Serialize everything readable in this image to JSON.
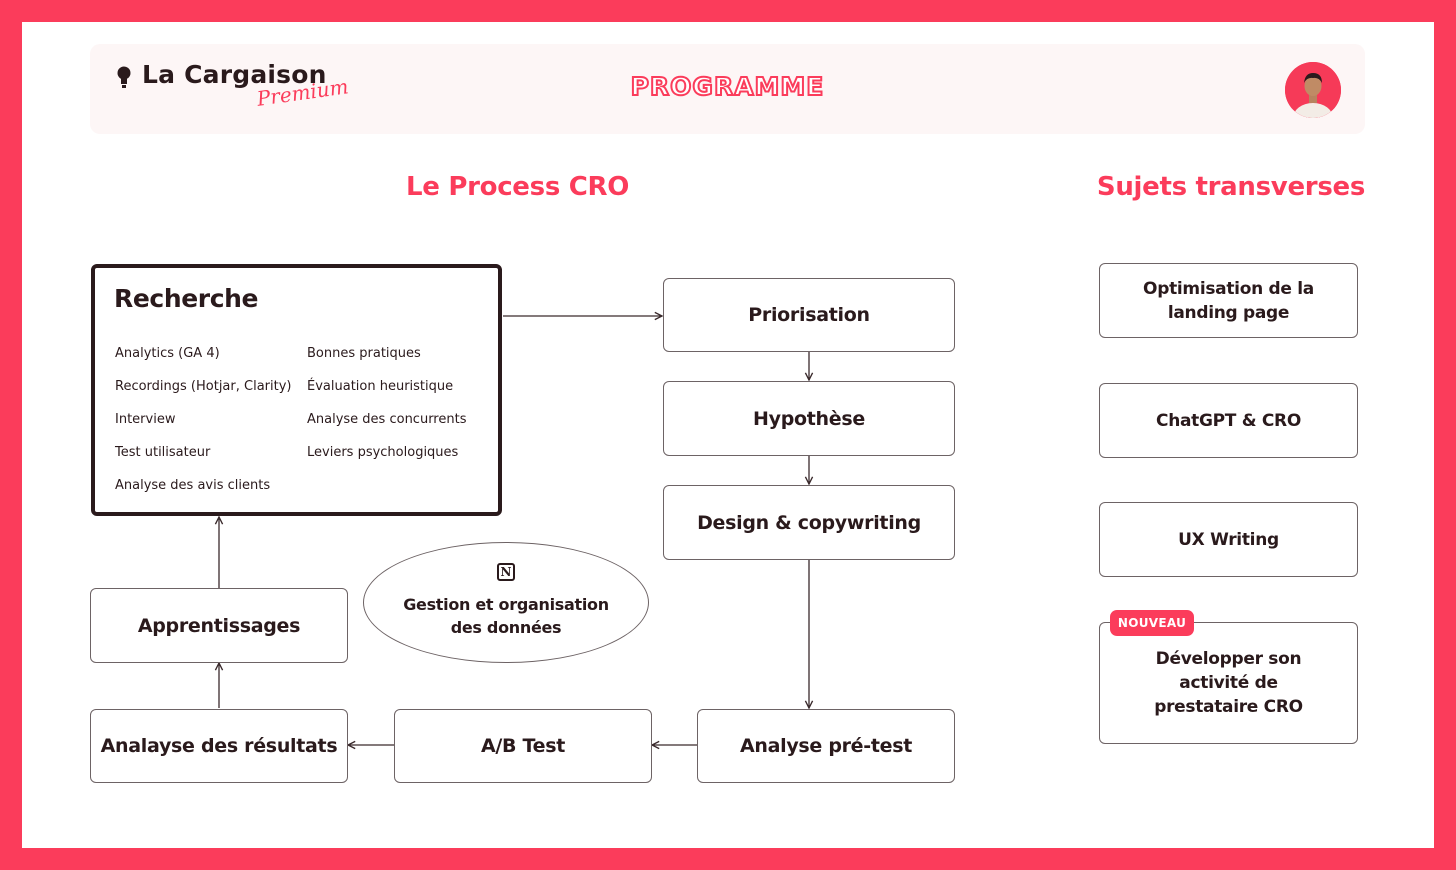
{
  "header": {
    "brand": "La Cargaison",
    "brand_sub": "Premium",
    "program_title": "PROGRAMME"
  },
  "process": {
    "title": "Le Process CRO",
    "research": {
      "title": "Recherche",
      "items_left": [
        "Analytics (GA 4)",
        "Recordings (Hotjar, Clarity)",
        "Interview",
        "Test utilisateur",
        "Analyse des avis clients"
      ],
      "items_right": [
        "Bonnes pratiques",
        "Évaluation heuristique",
        "Analyse des concurrents",
        "Leviers psychologiques"
      ]
    },
    "steps": {
      "priorisation": "Priorisation",
      "hypothese": "Hypothèse",
      "design": "Design & copywriting",
      "analyse_pre_test": "Analyse pré-test",
      "ab_test": "A/B Test",
      "analyse_resultats": "Analayse des résultats",
      "apprentissages": "Apprentissages"
    },
    "data_management": {
      "line1": "Gestion et organisation",
      "line2": "des données"
    }
  },
  "transverse": {
    "title": "Sujets transverses",
    "topics": [
      {
        "lines": [
          "Optimisation de la",
          "landing page"
        ]
      },
      {
        "lines": [
          "ChatGPT & CRO"
        ]
      },
      {
        "lines": [
          "UX Writing"
        ]
      },
      {
        "lines": [
          "Développer son",
          "activité de",
          "prestataire CRO"
        ],
        "badge": "NOUVEAU"
      }
    ]
  },
  "colors": {
    "accent": "#fb3c5b",
    "text": "#2a1a1c",
    "border": "#6d6365"
  }
}
